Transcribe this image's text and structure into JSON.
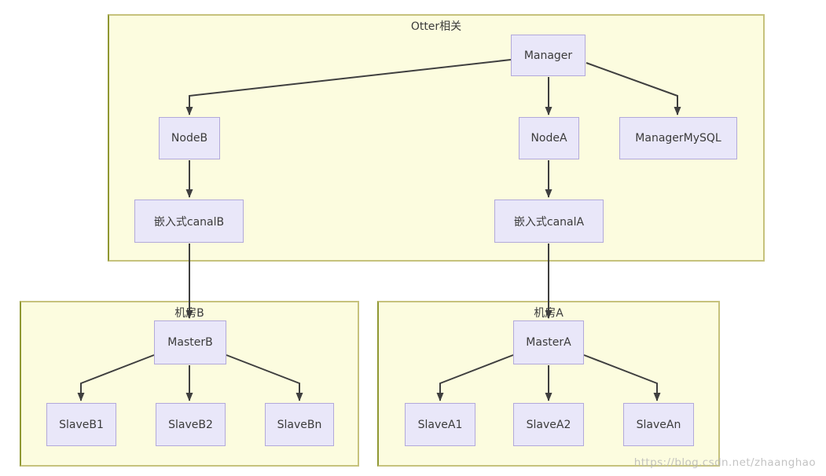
{
  "diagram": {
    "type": "flowchart",
    "groups": {
      "otter": {
        "label": "Otter相关"
      },
      "roomB": {
        "label": "机房B"
      },
      "roomA": {
        "label": "机房A"
      }
    },
    "nodes": {
      "manager": {
        "label": "Manager",
        "group": "otter"
      },
      "nodeB": {
        "label": "NodeB",
        "group": "otter"
      },
      "nodeA": {
        "label": "NodeA",
        "group": "otter"
      },
      "managerMySQL": {
        "label": "ManagerMySQL",
        "group": "otter"
      },
      "canalB": {
        "label": "嵌入式canalB",
        "group": "otter"
      },
      "canalA": {
        "label": "嵌入式canalA",
        "group": "otter"
      },
      "masterB": {
        "label": "MasterB",
        "group": "roomB"
      },
      "slaveB1": {
        "label": "SlaveB1",
        "group": "roomB"
      },
      "slaveB2": {
        "label": "SlaveB2",
        "group": "roomB"
      },
      "slaveBn": {
        "label": "SlaveBn",
        "group": "roomB"
      },
      "masterA": {
        "label": "MasterA",
        "group": "roomA"
      },
      "slaveA1": {
        "label": "SlaveA1",
        "group": "roomA"
      },
      "slaveA2": {
        "label": "SlaveA2",
        "group": "roomA"
      },
      "slaveAn": {
        "label": "SlaveAn",
        "group": "roomA"
      }
    },
    "edges": [
      {
        "from": "Manager",
        "to": "NodeB"
      },
      {
        "from": "Manager",
        "to": "NodeA"
      },
      {
        "from": "Manager",
        "to": "ManagerMySQL"
      },
      {
        "from": "NodeB",
        "to": "嵌入式canalB"
      },
      {
        "from": "NodeA",
        "to": "嵌入式canalA"
      },
      {
        "from": "嵌入式canalB",
        "to": "MasterB"
      },
      {
        "from": "嵌入式canalA",
        "to": "MasterA"
      },
      {
        "from": "MasterB",
        "to": "SlaveB1"
      },
      {
        "from": "MasterB",
        "to": "SlaveB2"
      },
      {
        "from": "MasterB",
        "to": "SlaveBn"
      },
      {
        "from": "MasterA",
        "to": "SlaveA1"
      },
      {
        "from": "MasterA",
        "to": "SlaveA2"
      },
      {
        "from": "MasterA",
        "to": "SlaveAn"
      }
    ],
    "colors": {
      "group_fill": "#FCFCDF",
      "group_border": "#C6C27C",
      "group_border_left": "#8F9733",
      "node_fill": "#E9E7F9",
      "node_border": "#B2A9DA",
      "edge": "#3F3F3F",
      "text": "#3B3B3B",
      "watermark": "#B9B9B9"
    },
    "watermark": {
      "text": "https://blog.csdn.net/zhaanghao"
    }
  }
}
